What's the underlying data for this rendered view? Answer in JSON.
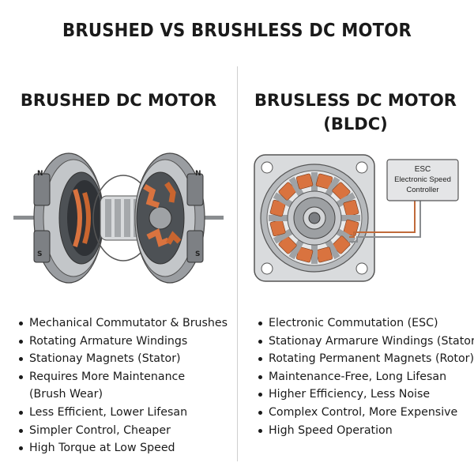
{
  "title": "BRUSHED VS BRUSHLESS DC MOTOR",
  "left": {
    "heading": "BRUSHED DC MOTOR",
    "magnet_labels": {
      "n": "N",
      "s": "S"
    },
    "bullets": [
      "Mechanical Commutator & Brushes",
      "Rotating Armature Windings",
      "Stationay Magnets (Stator)",
      "Requires More Maintenance",
      "(Brush Wear)",
      "Less Efficient, Lower Lifesan",
      "Simpler Control, Cheaper",
      "High Torque at Low Speed"
    ]
  },
  "right": {
    "heading_line1": "BRUSLESS DC MOTOR",
    "heading_line2": "(BLDC)",
    "esc": {
      "line1": "ESC",
      "line2": "Electronic Speed",
      "line3": "Controller"
    },
    "bullets": [
      "Electronic Commutation (ESC)",
      "Stationay Armarure Windings (Stator",
      "Rotating Permanent Magnets (Rotor)",
      "Maintenance-Free, Long Lifesan",
      "Higher Efficiency, Less Noise",
      "Complex Control, More Expensive",
      "High Speed Operation"
    ]
  },
  "colors": {
    "copper": "#d9733f",
    "metal": "#b9bcbf",
    "dark_metal": "#6e7276",
    "magnet": "#8d9094",
    "wire": "#c06a3a"
  }
}
